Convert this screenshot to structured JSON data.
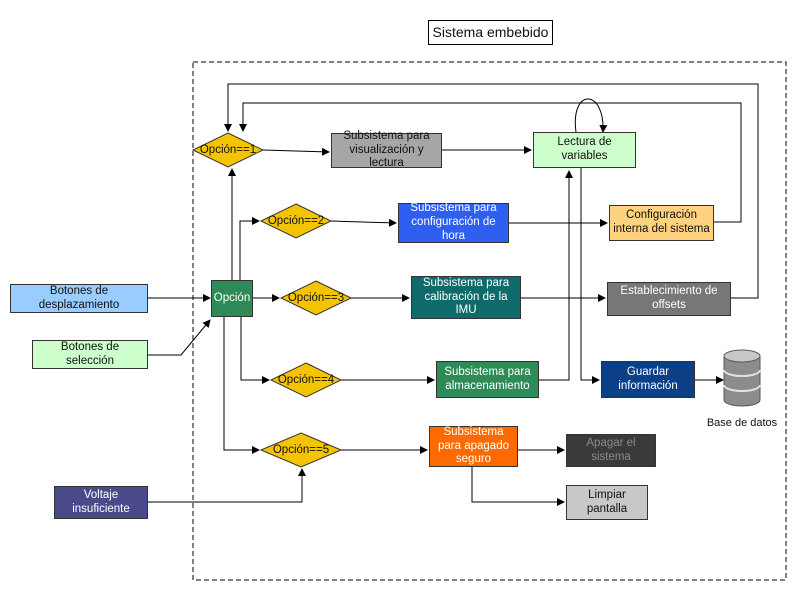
{
  "title": "Sistema embebido",
  "inputs": {
    "botones_desplazamiento": "Botones de desplazamiento",
    "botones_seleccion": "Botones de selección",
    "voltaje": "Voltaje insuficiente"
  },
  "opcion": "Opción",
  "decisions": {
    "d1": "Opción==1",
    "d2": "Opción==2",
    "d3": "Opción==3",
    "d4": "Opción==4",
    "d5": "Opción==5"
  },
  "subsystems": {
    "visualizacion": "Subsistema para visualización y lectura",
    "hora": "Subsistema para configuración de hora",
    "imu": "Subsistema para calibración de la IMU",
    "almacenamiento": "Subsistema para almacenamiento",
    "apagado": "Subsistema para apagado seguro"
  },
  "actions": {
    "lectura": "Lectura de variables",
    "config_interna": "Configuración interna del sistema",
    "offsets": "Establecimiento de offsets",
    "guardar": "Guardar información",
    "apagar": "Apagar el sistema",
    "limpiar": "Limpiar pantalla"
  },
  "database": "Base de datos",
  "colors": {
    "light_blue": "#99ccff",
    "light_green": "#ccffcc",
    "purple": "#4a4a8a",
    "green": "#2e8b57",
    "gold": "#f5c400",
    "gray": "#a6a6a6",
    "blue": "#2f5ff0",
    "teal": "#0f6b6b",
    "orange_light": "#ffd27f",
    "dark_gray": "#777777",
    "navy": "#0b3f86",
    "orange": "#ff6a00",
    "charcoal": "#3a3a3a"
  }
}
